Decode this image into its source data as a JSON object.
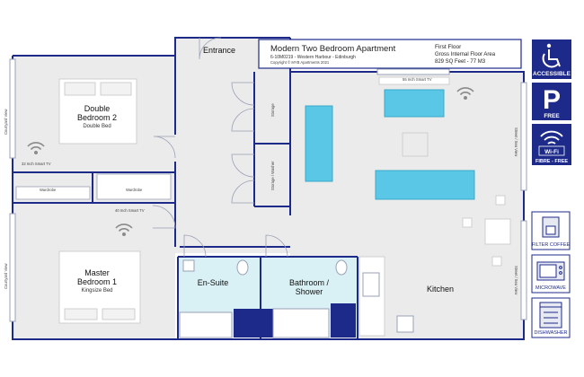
{
  "title_block": {
    "title": "Modern Two Bedroom Apartment",
    "ref": "6-10M0219 - Western Harbour - Edinburgh",
    "copyright": "Copyright © MYB Apartments 2021",
    "floor": "First Floor",
    "area_label": "Gross Internal Floor Area",
    "area_value": "829 SQ Feet  -  77 M3"
  },
  "rooms": {
    "entrance": "Entrance",
    "double_bedroom_line1": "Double",
    "double_bedroom_line2": "Bedroom 2",
    "double_bedroom_bed": "Double Bed",
    "master_bedroom_line1": "Master",
    "master_bedroom_line2": "Bedroom 1",
    "master_bedroom_bed": "Kingsize Bed",
    "ensuite": "En-Suite",
    "bathroom_line1": "Bathroom /",
    "bathroom_line2": "Shower",
    "kitchen": "Kitchen"
  },
  "annotations": {
    "tv_bedroom2": "32 Inch Smart TV",
    "tv_master": "40 Inch Smart TV",
    "tv_living": "55 Inch Smart TV",
    "wardrobe_1": "Wardrobe",
    "wardrobe_2": "Wardrobe",
    "storage_1": "Storage",
    "storage_2": "Storage / Washer",
    "courtyard_view_1": "Courtyard View",
    "courtyard_view_2": "Courtyard View",
    "street_sea_view_1": "Street / Sea View",
    "street_sea_view_2": "Street / Sea View"
  },
  "amenities": {
    "accessible": "ACCESSIBLE",
    "parking_letter": "P",
    "parking": "FREE",
    "wifi_badge": "Wi-Fi",
    "wifi": "FIBRE - FREE",
    "filter_coffee": "FILTER COFFEE",
    "microwave": "MICROWAVE",
    "dishwasher": "DISHWASHER"
  },
  "colors": {
    "wall": "#1d2a8a",
    "floor": "#ebebeb",
    "sofa": "#5bc7e6",
    "wet_room": "#d9f1f5",
    "badge": "#1d2a8a"
  }
}
